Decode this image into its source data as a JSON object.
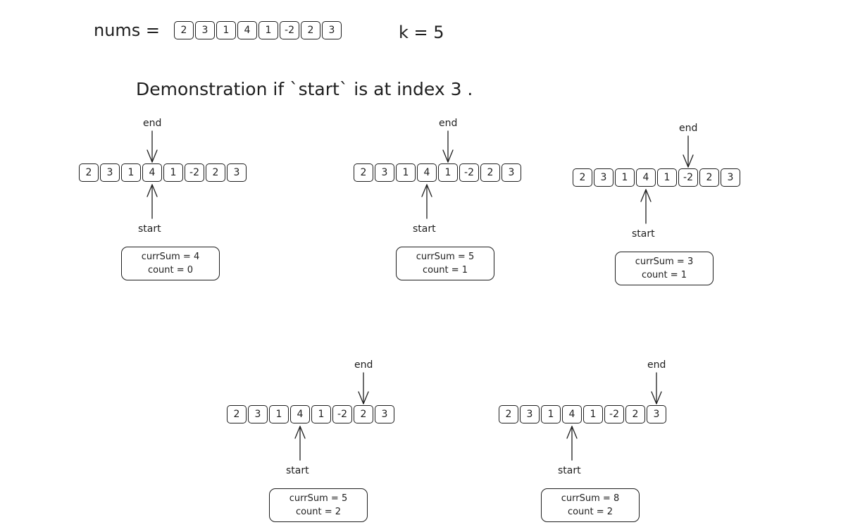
{
  "header": {
    "nums_label": "nums =",
    "nums": [
      "2",
      "3",
      "1",
      "4",
      "1",
      "-2",
      "2",
      "3"
    ],
    "k_label": "k = 5",
    "title": "Demonstration if `start` is at index 3 ."
  },
  "labels": {
    "start": "start",
    "end": "end"
  },
  "steps": [
    {
      "array": [
        "2",
        "3",
        "1",
        "4",
        "1",
        "-2",
        "2",
        "3"
      ],
      "start_index": 3,
      "end_index": 3,
      "curr_sum": "currSum = 4",
      "count": "count = 0"
    },
    {
      "array": [
        "2",
        "3",
        "1",
        "4",
        "1",
        "-2",
        "2",
        "3"
      ],
      "start_index": 3,
      "end_index": 4,
      "curr_sum": "currSum = 5",
      "count": "count = 1"
    },
    {
      "array": [
        "2",
        "3",
        "1",
        "4",
        "1",
        "-2",
        "2",
        "3"
      ],
      "start_index": 3,
      "end_index": 5,
      "curr_sum": "currSum = 3",
      "count": "count = 1"
    },
    {
      "array": [
        "2",
        "3",
        "1",
        "4",
        "1",
        "-2",
        "2",
        "3"
      ],
      "start_index": 3,
      "end_index": 6,
      "curr_sum": "currSum = 5",
      "count": "count = 2"
    },
    {
      "array": [
        "2",
        "3",
        "1",
        "4",
        "1",
        "-2",
        "2",
        "3"
      ],
      "start_index": 3,
      "end_index": 7,
      "curr_sum": "currSum = 8",
      "count": "count = 2"
    }
  ]
}
